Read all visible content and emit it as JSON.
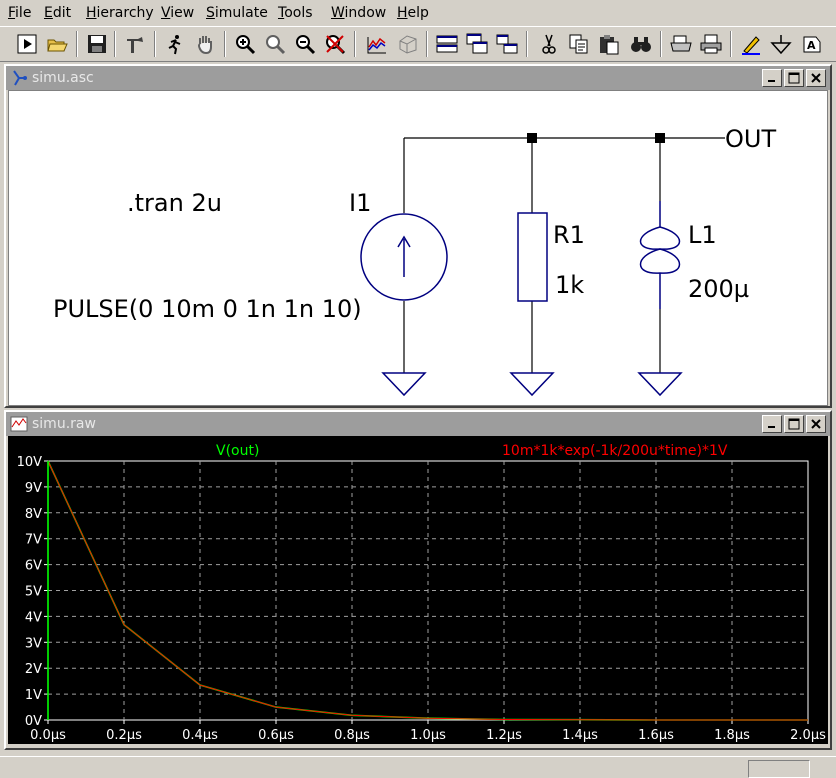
{
  "menu": [
    {
      "label": "File",
      "ul": "F",
      "rest": "ile"
    },
    {
      "label": "Edit",
      "ul": "E",
      "rest": "dit"
    },
    {
      "label": "Hierarchy",
      "ul": "H",
      "rest": "ierarchy"
    },
    {
      "label": "View",
      "ul": "V",
      "rest": "iew"
    },
    {
      "label": "Simulate",
      "ul": "S",
      "rest": "imulate"
    },
    {
      "label": "Tools",
      "ul": "T",
      "rest": "ools"
    },
    {
      "label": "Window",
      "ul": "W",
      "rest": "indow"
    },
    {
      "label": "Help",
      "ul": "H",
      "rest": "elp"
    }
  ],
  "toolbar": [
    "run-icon",
    "open-folder-icon",
    "save-icon",
    "control-panel-icon",
    "halt-icon",
    "pan-hand-icon",
    "zoom-in-icon",
    "zoom-full-icon",
    "zoom-out-icon",
    "zoom-cancel-icon",
    "waveform-icon",
    "autorange-icon",
    "tile-horizontal-icon",
    "cascade-icon",
    "tile-vertical-icon",
    "cut-icon",
    "copy-icon",
    "paste-icon",
    "find-icon",
    "print-preview-icon",
    "print-icon",
    "draw-wire-icon",
    "ground-icon",
    "label-net-icon"
  ],
  "schematic": {
    "title": "simu.asc",
    "directive": ".tran 2u",
    "source_name": "I1",
    "source_value": "PULSE(0 10m 0 1n 1n 10)",
    "resistor_name": "R1",
    "resistor_value": "1k",
    "inductor_name": "L1",
    "inductor_value": "200µ",
    "net_label": "OUT"
  },
  "waveform": {
    "title": "simu.raw",
    "colors": {
      "trace1": "#00ff00",
      "trace2": "#ff0000",
      "grid": "#a0a0a0",
      "axis": "#ffffff"
    }
  },
  "chart_data": {
    "type": "line",
    "trace_labels": [
      "V(out)",
      "10m*1k*exp(-1k/200u*time)*1V"
    ],
    "series": [
      {
        "name": "V(out)",
        "x": [
          0,
          2e-07,
          4e-07,
          6e-07,
          8e-07,
          1e-06,
          1.2e-06,
          1.4e-06,
          1.6e-06,
          1.8e-06,
          2e-06
        ],
        "y": [
          10,
          3.68,
          1.35,
          0.5,
          0.18,
          0.07,
          0.02,
          0.01,
          0.0,
          0.0,
          0.0
        ]
      },
      {
        "name": "10m*1k*exp(-1k/200u*time)*1V",
        "x": [
          0,
          2e-07,
          4e-07,
          6e-07,
          8e-07,
          1e-06,
          1.2e-06,
          1.4e-06,
          1.6e-06,
          1.8e-06,
          2e-06
        ],
        "y": [
          10,
          3.68,
          1.35,
          0.5,
          0.18,
          0.07,
          0.02,
          0.01,
          0.0,
          0.0,
          0.0
        ]
      }
    ],
    "y_ticks": [
      "0V",
      "1V",
      "2V",
      "3V",
      "4V",
      "5V",
      "6V",
      "7V",
      "8V",
      "9V",
      "10V"
    ],
    "x_ticks": [
      "0.0µs",
      "0.2µs",
      "0.4µs",
      "0.6µs",
      "0.8µs",
      "1.0µs",
      "1.2µs",
      "1.4µs",
      "1.6µs",
      "1.8µs",
      "2.0µs"
    ],
    "xlim": [
      0,
      2e-06
    ],
    "ylim": [
      0,
      10
    ],
    "grid": true
  }
}
